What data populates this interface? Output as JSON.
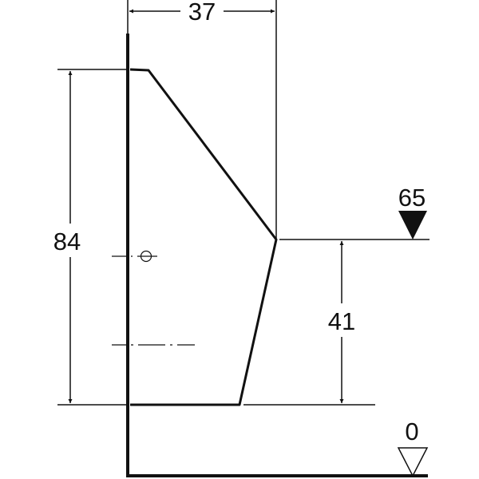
{
  "dimensions": {
    "depth": "37",
    "height": "84",
    "rim_height": "41"
  },
  "levels": {
    "rim_level": "65",
    "floor_level": "0"
  },
  "colors": {
    "line": "#111111",
    "background": "#ffffff"
  }
}
